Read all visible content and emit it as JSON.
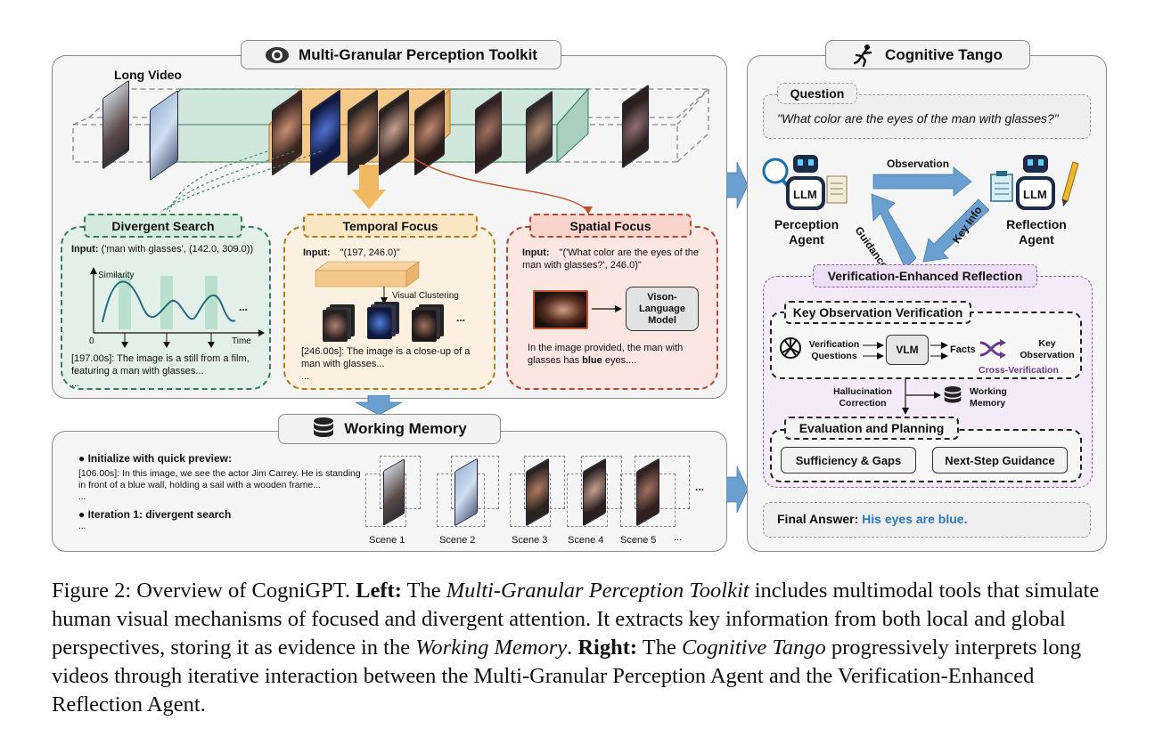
{
  "toolkit": {
    "title": "Multi-Granular Perception Toolkit",
    "long_video_label": "Long Video",
    "divergent": {
      "title": "Divergent Search",
      "input_label": "Input:",
      "input_value": "('man with glasses', (142.0, 309.0))",
      "y_axis": "Similarity",
      "x_zero": "0",
      "x_axis": "Time",
      "ellipsis": "...",
      "result": "[197.00s]: The image is a still from a film, featuring a man with glasses...",
      "result_more": "..."
    },
    "temporal": {
      "title": "Temporal Focus",
      "input_label": "Input:",
      "input_value": "\"(197, 246.0)\"",
      "clustering": "Visual Clustering",
      "ellipsis": "...",
      "result": "[246.00s]: The image is a close-up of a man with glasses...",
      "result_more": "..."
    },
    "spatial": {
      "title": "Spatial Focus",
      "input_label": "Input:",
      "input_value": "\"('What color are the eyes of the man with glasses?', 246.0)\"",
      "vlm": "Vison-Language Model",
      "result_pre": "In the image provided, the man with glasses has ",
      "result_bold": "blue",
      "result_post": " eyes...."
    }
  },
  "memory": {
    "title": "Working Memory",
    "bullet1": "Initialize with quick preview:",
    "text1": "[106.00s]: In this image, we see the actor Jim Carrey. He is standing in front of a blue wall, holding a sail with a wooden frame...",
    "text1_more": "...",
    "bullet2": "Iteration 1: divergent search",
    "text2_more": "...",
    "scenes": [
      "Scene 1",
      "Scene 2",
      "Scene 3",
      "Scene 4",
      "Scene 5"
    ],
    "scenes_more": "...",
    "row_more": "..."
  },
  "tango": {
    "title": "Cognitive Tango",
    "question_label": "Question",
    "question": "\"What color are the eyes of the man with glasses?\"",
    "observation": "Observation",
    "guidance": "Guidance",
    "key_info": "Key Info",
    "llm": "LLM",
    "perception_agent": "Perception Agent",
    "reflection_agent": "Reflection Agent",
    "ver": {
      "title": "Verification-Enhanced Reflection",
      "kov_title": "Key Observation Verification",
      "questions": "Verification Questions",
      "vlm": "VLM",
      "facts": "Facts",
      "key_obs": "Key Observation",
      "cross": "Cross-Verification",
      "halluc": "Hallucination Correction",
      "wm": "Working Memory",
      "eval_title": "Evaluation and Planning",
      "suff": "Sufficiency & Gaps",
      "next": "Next-Step Guidance"
    },
    "final_label": "Final Answer:",
    "final_value": "His eyes are blue."
  },
  "caption": {
    "fig": "Figure 2: Overview of CogniGPT.",
    "left": "Left:",
    "t1": "The",
    "toolkit": "Multi-Granular Perception Toolkit",
    "t2": "includes multimodal tools that simulate human visual mechanisms of focused and divergent attention. It extracts key information from both local and global perspectives, storing it as evidence in the",
    "wm": "Working Memory",
    "t3": ".",
    "right": "Right:",
    "t4": "The",
    "tango": "Cognitive Tango",
    "t5": "progressively interprets long videos through iterative interaction between the Multi-Granular Perception Agent and the Verification-Enhanced Reflection Agent."
  },
  "colors": {
    "green": "#e0efe8",
    "green_border": "#3a7a5a",
    "orange": "#fbeedd",
    "orange_border": "#b07a20",
    "pink": "#fbe6e2",
    "pink_border": "#b04a3a",
    "purple": "#f1e9f7",
    "purple_border": "#8a5ab0",
    "arrow_blue": "#6a9fcf",
    "answer_blue": "#2a7ac0"
  }
}
